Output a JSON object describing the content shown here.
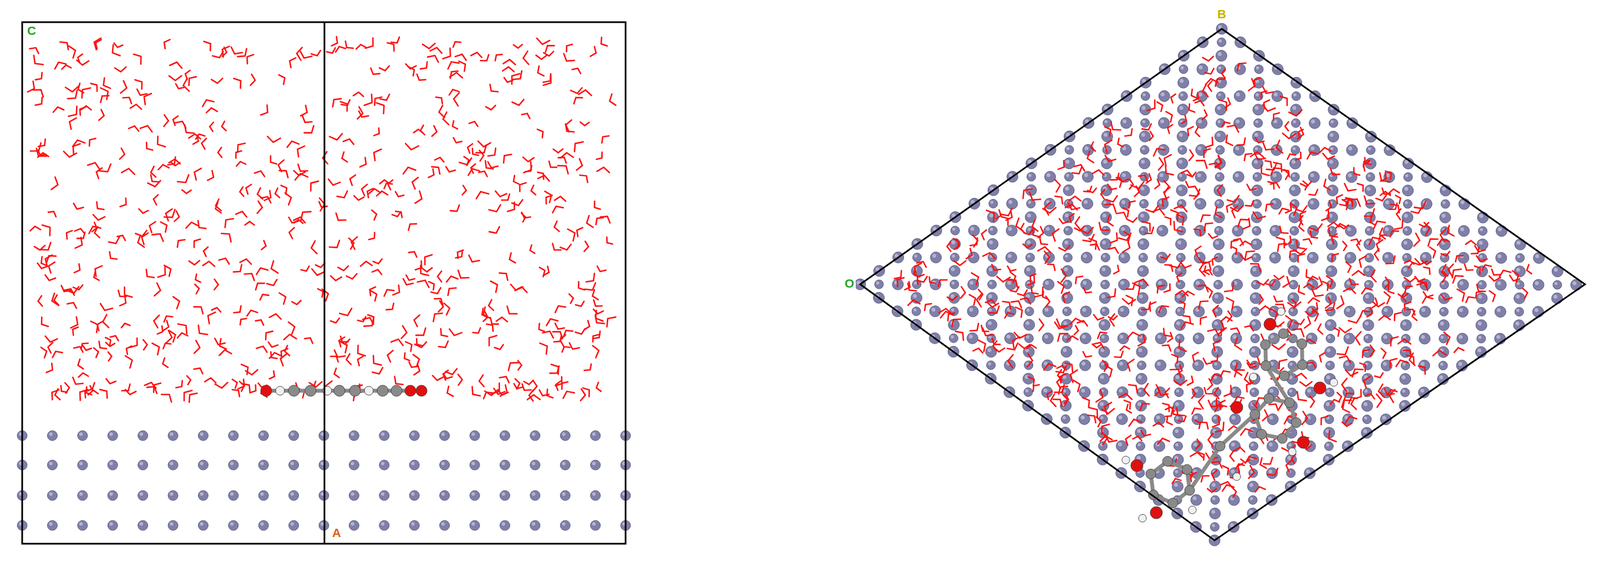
{
  "diagram": {
    "labels": [
      "C",
      "A",
      "B",
      "O"
    ]
  }
}
